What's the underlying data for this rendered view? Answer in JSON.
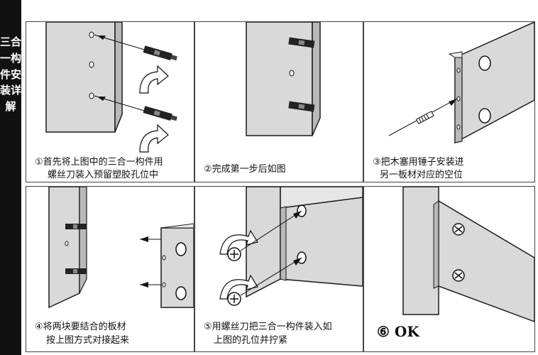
{
  "side_title": "三合一构件安装详解",
  "steps": [
    {
      "line1": "①首先将上图中的三合一构件用",
      "line2": "螺丝刀装入预留塑胶孔位中"
    },
    {
      "line1": "②完成第一步后如图",
      "line2": ""
    },
    {
      "line1": "③把木塞用锤子安装进",
      "line2": "另一板材对应的空位"
    },
    {
      "line1": "④将两块要结合的板材",
      "line2": "按上图方式对接起来"
    },
    {
      "line1": "⑤用螺丝刀把三合一构件装入如",
      "line2": "上图的孔位并拧紧"
    },
    {
      "line1": "⑥ OK",
      "line2": ""
    }
  ],
  "colors": {
    "board": "#d9d9d9",
    "board_dark": "#b9b9b9",
    "line": "#1a1a1a",
    "side": "#111111"
  }
}
